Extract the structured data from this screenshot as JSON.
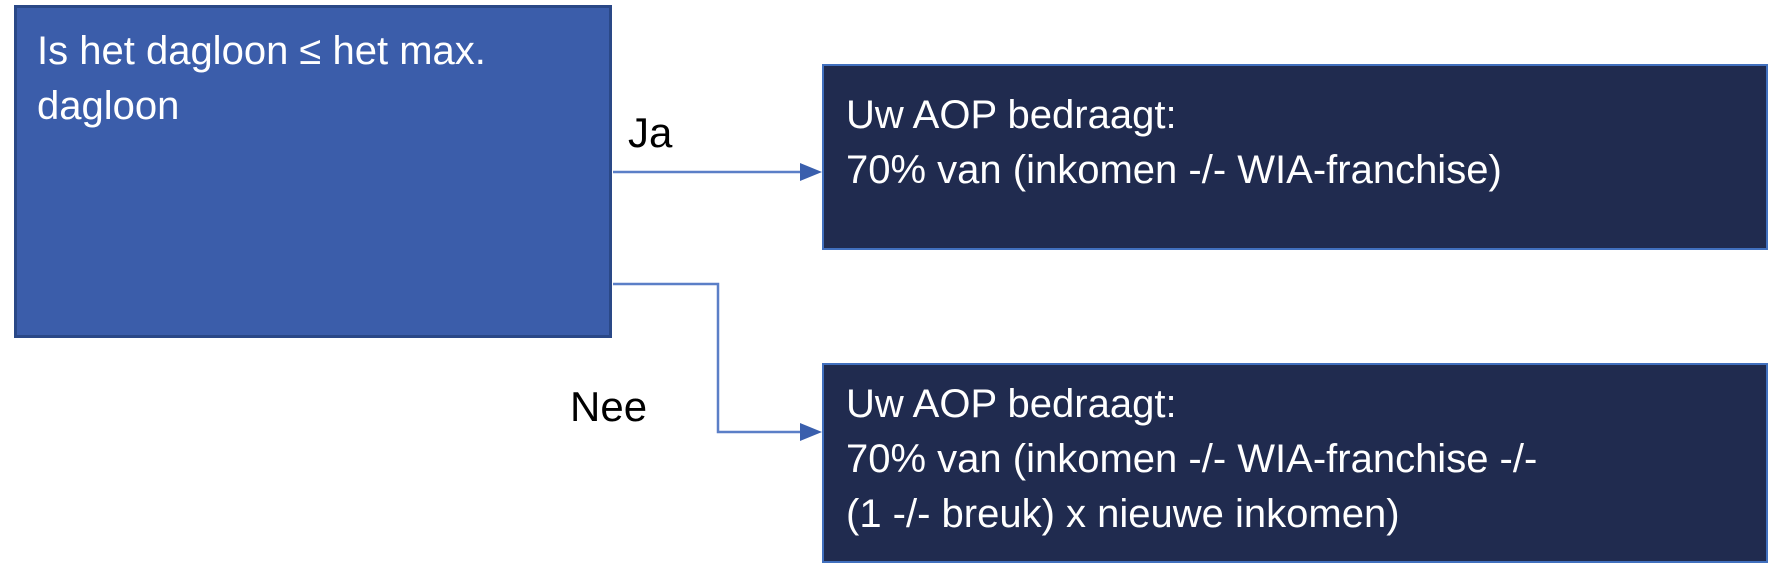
{
  "diagram": {
    "decision": {
      "lines": [
        "Is het dagloon ≤ het max.",
        "dagloon"
      ]
    },
    "branches": {
      "yes": {
        "label": "Ja"
      },
      "no": {
        "label": "Nee"
      }
    },
    "results": {
      "yes": {
        "lines": [
          "Uw AOP bedraagt:",
          "70% van (inkomen -/- WIA-franchise)"
        ]
      },
      "no": {
        "lines": [
          "Uw AOP bedraagt:",
          "70% van (inkomen -/- WIA-franchise -/-",
          "(1 -/- breuk) x nieuwe inkomen)"
        ]
      }
    }
  },
  "theme": {
    "background": "#FFFFFF",
    "decision_fill": "#3B5DAA",
    "decision_border": "#2A4887",
    "result_fill": "#202B4F",
    "result_border": "#4170BE",
    "connector": "#5B7FC7",
    "arrowhead": "#3A5FAD",
    "text_color": "#FFFFFF",
    "label_color": "#000000"
  }
}
